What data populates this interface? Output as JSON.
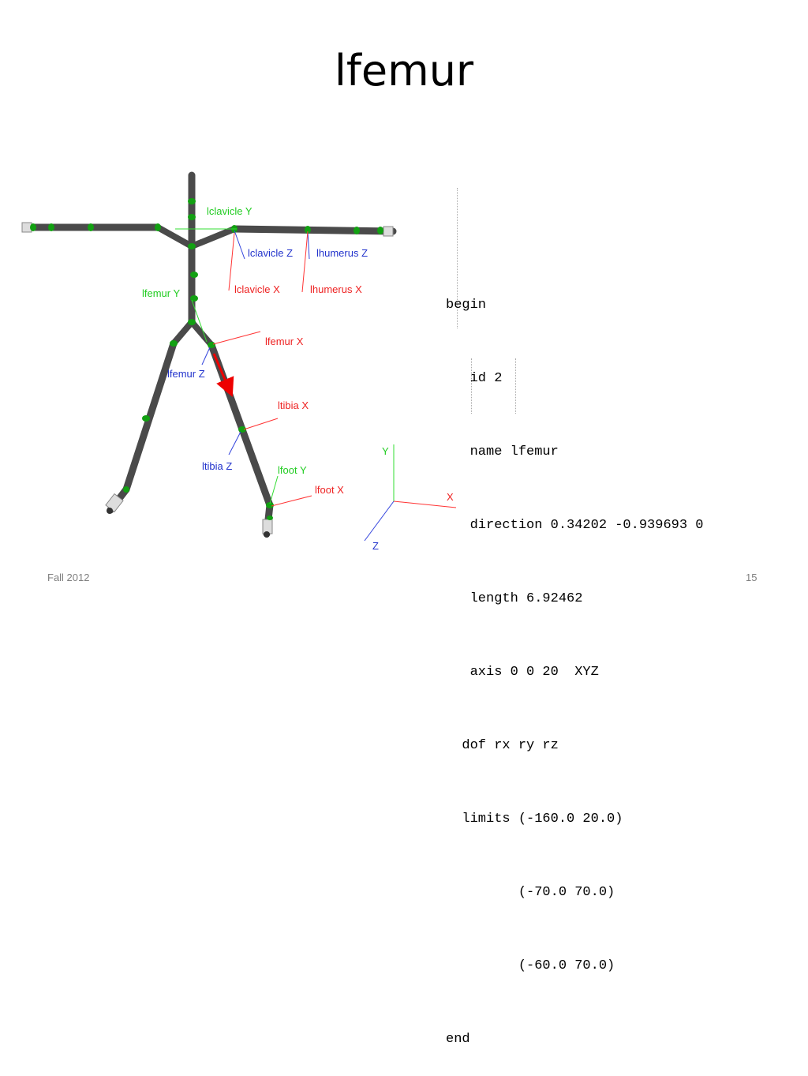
{
  "slide": {
    "title": "lfemur",
    "footer_left": "Fall 2012",
    "page_number": "15"
  },
  "labels": {
    "lclavicle_y": "lclavicle Y",
    "lclavicle_z": "lclavicle Z",
    "lclavicle_x": "lclavicle X",
    "lhumerus_z": "lhumerus Z",
    "lhumerus_x": "lhumerus X",
    "lfemur_y": "lfemur Y",
    "lfemur_x": "lfemur X",
    "lfemur_z": "lfemur Z",
    "ltibia_x": "ltibia X",
    "ltibia_z": "ltibia Z",
    "lfoot_y": "lfoot Y",
    "lfoot_x": "lfoot X",
    "axis_y": "Y",
    "axis_x": "X",
    "axis_z": "Z"
  },
  "code_lines": [
    "begin",
    "   id 2",
    "   name lfemur",
    "   direction 0.34202 -0.939693 0",
    "   length 6.92462",
    "   axis 0 0 20  XYZ",
    "  dof rx ry rz",
    "  limits (-160.0 20.0)",
    "         (-70.0 70.0)",
    "         (-60.0 70.0)",
    "end"
  ],
  "colors": {
    "x_axis": "#ff3333",
    "y_axis": "#33dd33",
    "z_axis": "#3344dd",
    "bone": "#555555",
    "joint": "#11aa11",
    "highlight": "#ee0000"
  }
}
